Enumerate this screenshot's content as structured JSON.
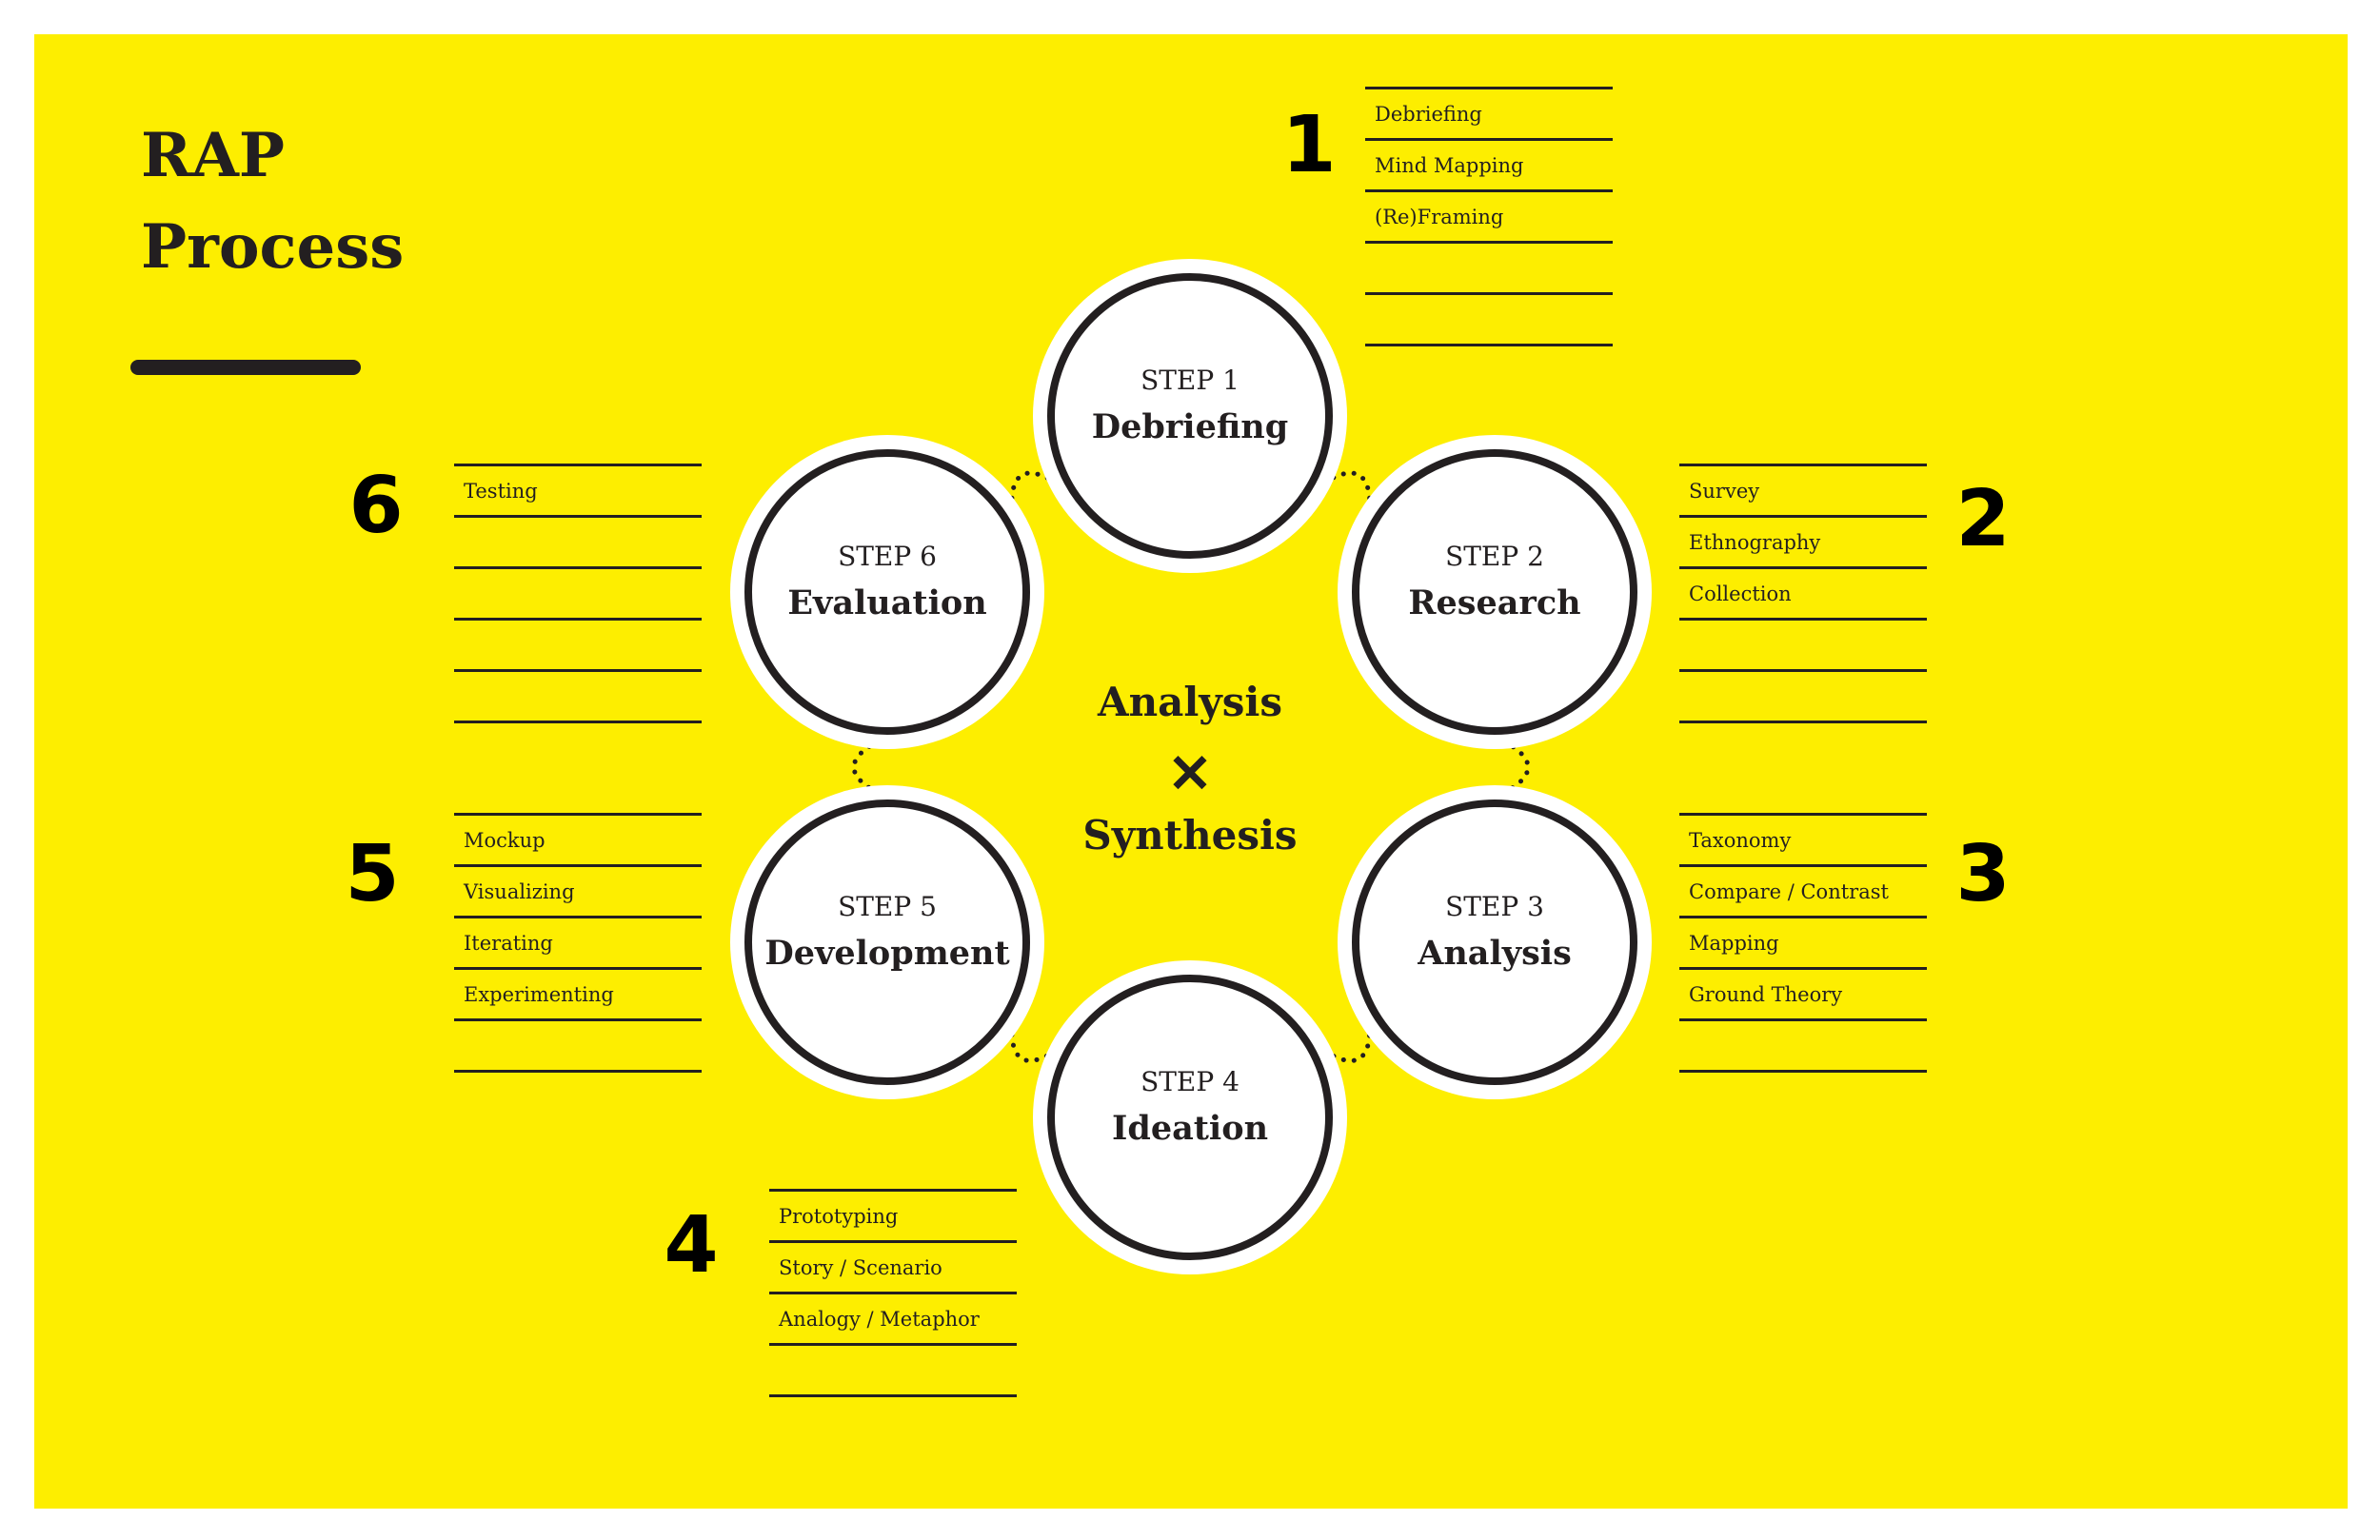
{
  "title": {
    "line1": "RAP",
    "line2": "Process"
  },
  "colors": {
    "background": "#fdee00",
    "ink": "#231f20",
    "circle_fill": "#ffffff"
  },
  "center": {
    "top": "Analysis",
    "symbol": "✕",
    "bottom": "Synthesis"
  },
  "steps": [
    {
      "number": "1",
      "step_label": "STEP 1",
      "name": "Debriefing",
      "items": [
        "Debriefing",
        "Mind Mapping",
        "(Re)Framing",
        "",
        ""
      ]
    },
    {
      "number": "2",
      "step_label": "STEP 2",
      "name": "Research",
      "items": [
        "Survey",
        "Ethnography",
        "Collection",
        "",
        ""
      ]
    },
    {
      "number": "3",
      "step_label": "STEP 3",
      "name": "Analysis",
      "items": [
        "Taxonomy",
        "Compare / Contrast",
        "Mapping",
        "Ground Theory",
        ""
      ]
    },
    {
      "number": "4",
      "step_label": "STEP 4",
      "name": "Ideation",
      "items": [
        "Prototyping",
        "Story / Scenario",
        "Analogy / Metaphor",
        ""
      ]
    },
    {
      "number": "5",
      "step_label": "STEP 5",
      "name": "Development",
      "items": [
        "Mockup",
        "Visualizing",
        "Iterating",
        "Experimenting",
        ""
      ]
    },
    {
      "number": "6",
      "step_label": "STEP 6",
      "name": "Evaluation",
      "items": [
        "Testing",
        "",
        "",
        "",
        ""
      ]
    }
  ]
}
